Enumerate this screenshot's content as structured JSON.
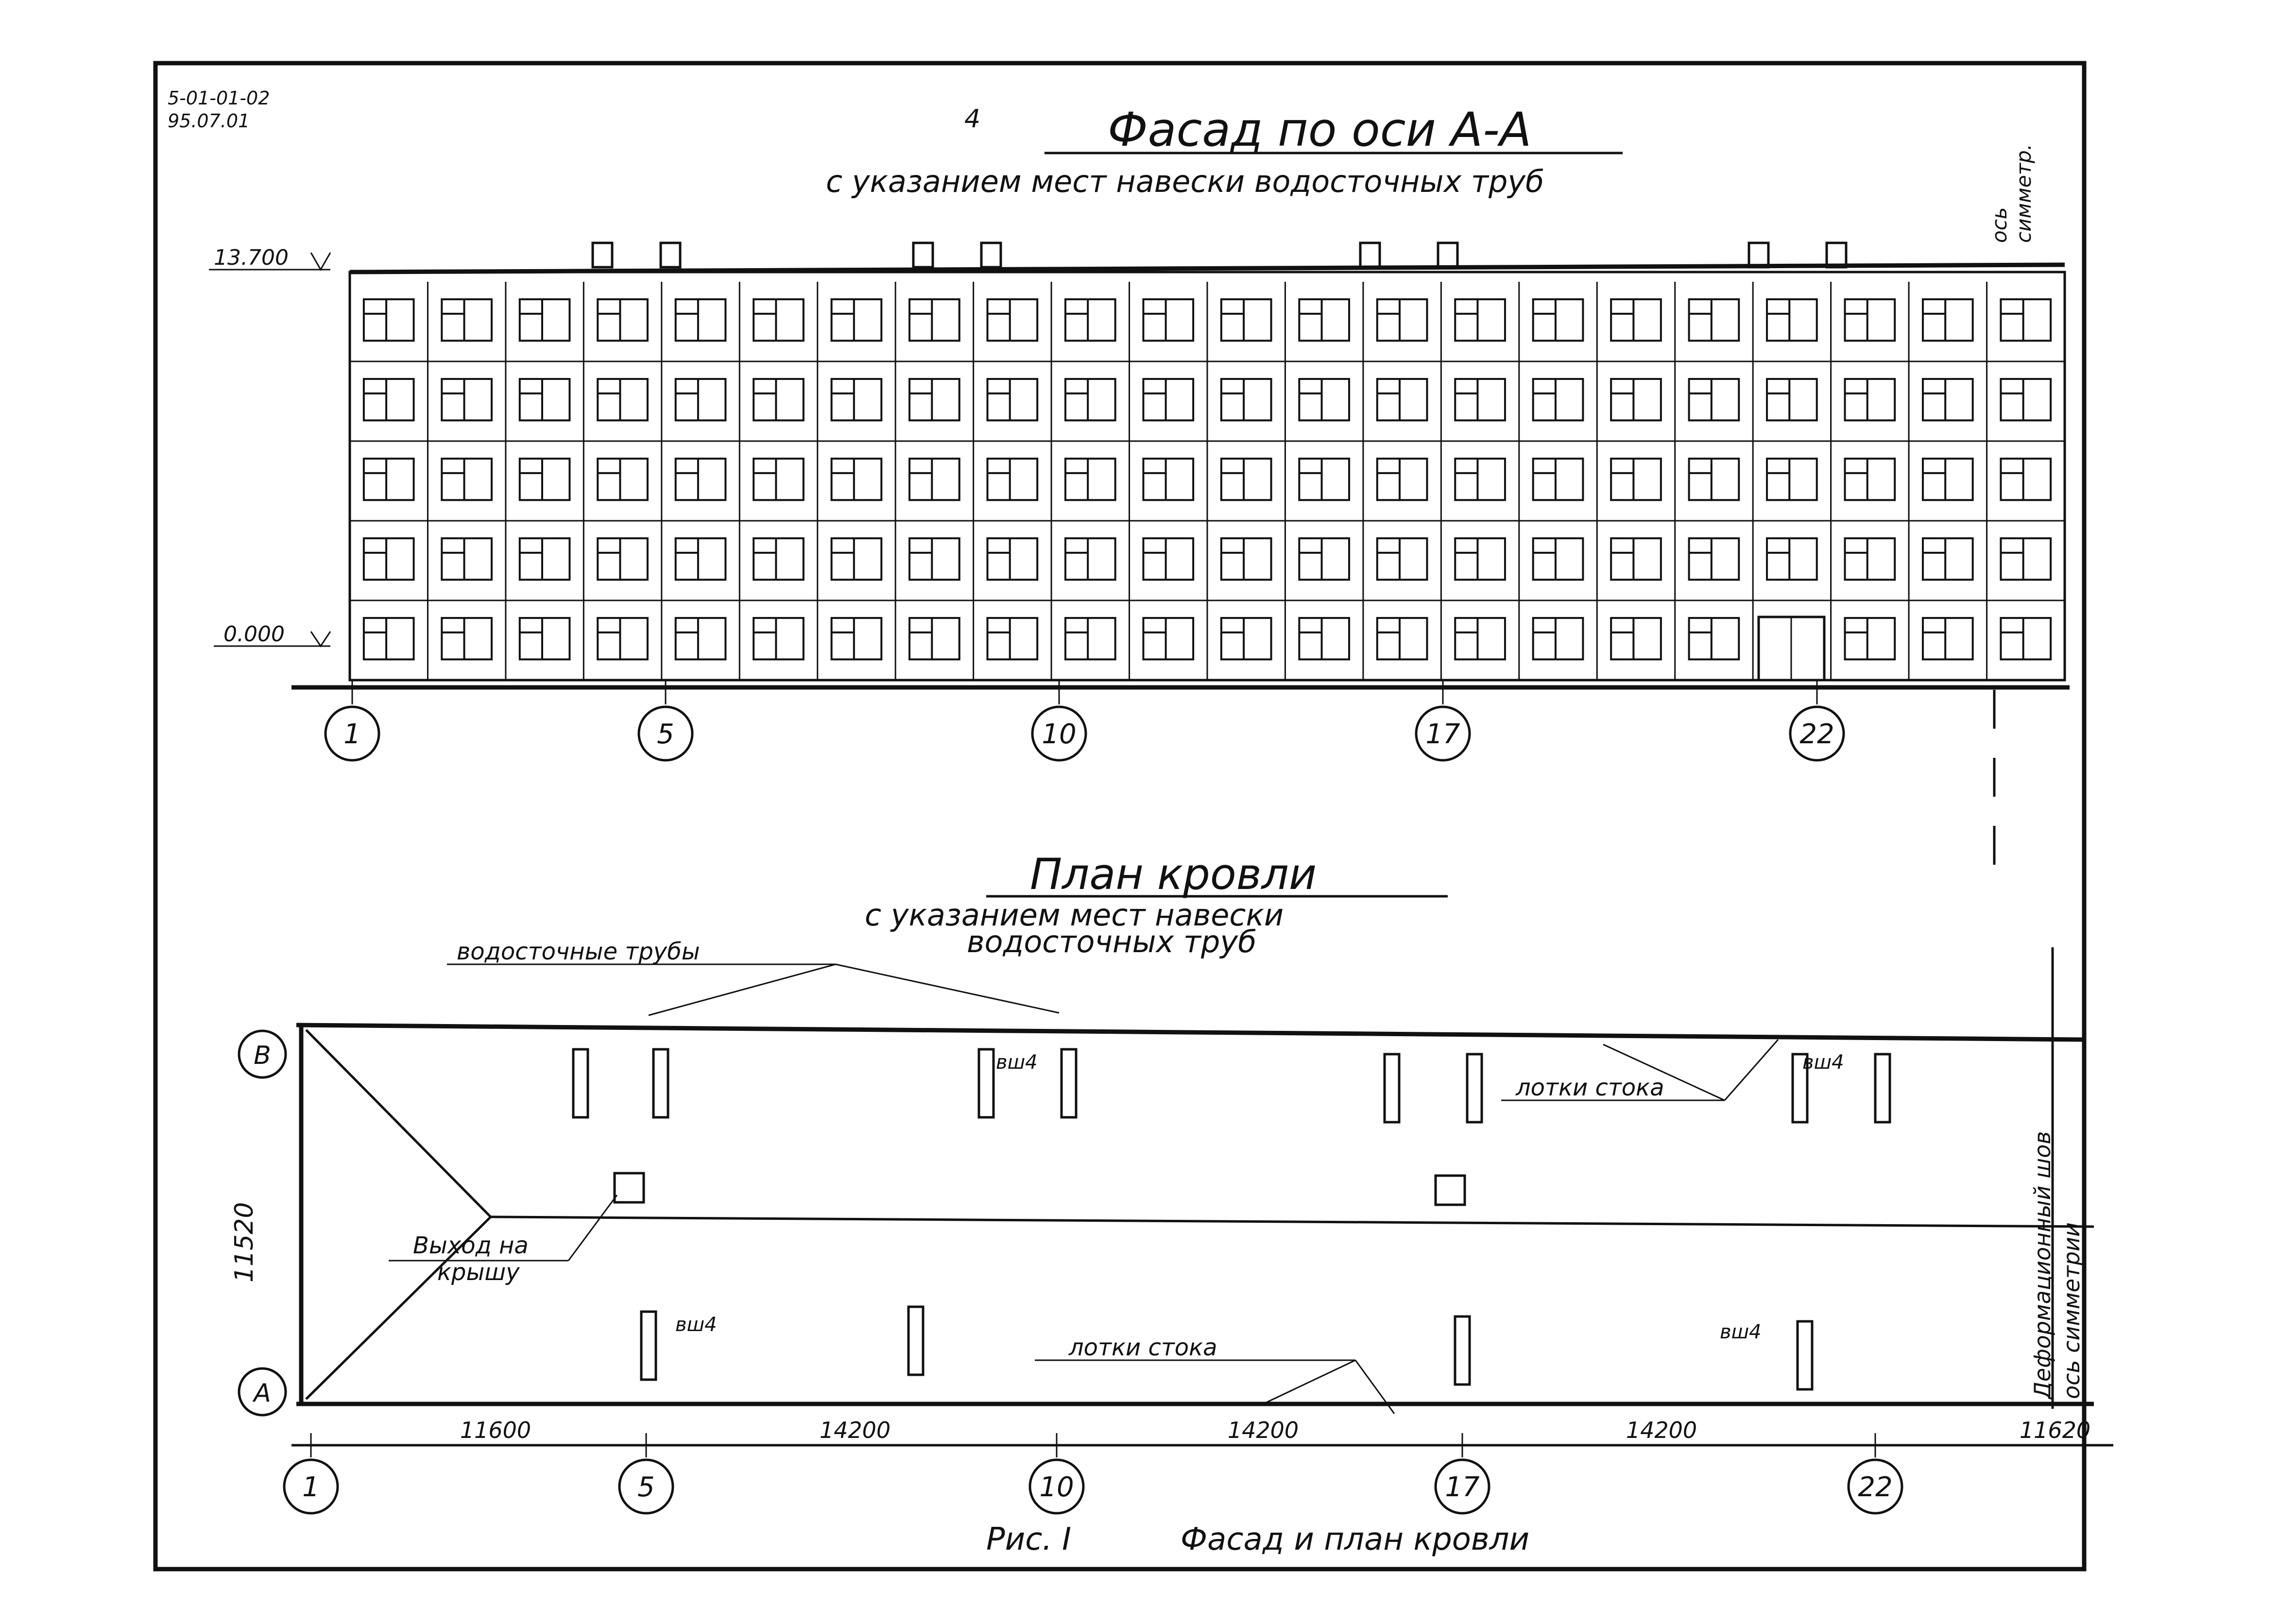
{
  "corner_code": {
    "line1": "5-01-01-02",
    "line2": "95.07.01"
  },
  "page_number": "4",
  "facade": {
    "title": "Фасад по оси А-А",
    "subtitle": "с указанием мест навески водосточных труб",
    "symmetry_label": [
      "ось",
      "симметр."
    ],
    "level_top": "13.700",
    "level_bottom": "0.000",
    "axes": [
      "1",
      "5",
      "10",
      "17",
      "22"
    ],
    "floors": 5,
    "window_bays": 22
  },
  "roof_plan": {
    "title": "План кровли",
    "subtitle_line1": "с указанием мест навески",
    "subtitle_line2": "водосточных труб",
    "label_downpipes": "водосточные трубы",
    "label_gutters_top": "лотки стока",
    "label_gutters_bottom": "лотки стока",
    "label_exit": [
      "Выход на",
      "крышу"
    ],
    "label_vsh": "вш4",
    "label_side": [
      "Деформационный шов",
      "ось симметрии"
    ],
    "row_axes": [
      "В",
      "А"
    ],
    "width_dim": "11520",
    "spans": [
      "11600",
      "14200",
      "14200",
      "14200",
      "11620"
    ],
    "axes": [
      "1",
      "5",
      "10",
      "17",
      "22"
    ]
  },
  "caption": {
    "fig": "Рис. I",
    "text": "Фасад и план кровли"
  }
}
